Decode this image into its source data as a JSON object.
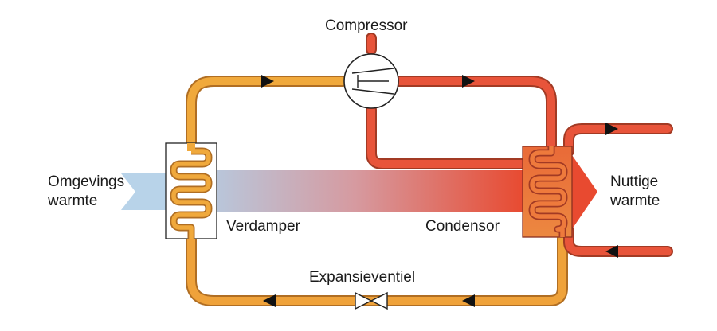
{
  "labels": {
    "compressor": "Compressor",
    "evaporator": "Verdamper",
    "condenser": "Condensor",
    "expansion_valve": "Expansieventiel",
    "ambient_heat_line1": "Omgevings",
    "ambient_heat_line2": "warmte",
    "useful_heat_line1": "Nuttige",
    "useful_heat_line2": "warmte"
  },
  "colors": {
    "cold_pipe": "#F0A93C",
    "warm_pipe": "#E8543A",
    "pipe_outline": "#A23A24",
    "cold_pipe_outline": "#B06E23",
    "ambient_arrow": "#B8D3E9",
    "useful_arrow": "#E84A30",
    "arrow_head": "#111111"
  }
}
